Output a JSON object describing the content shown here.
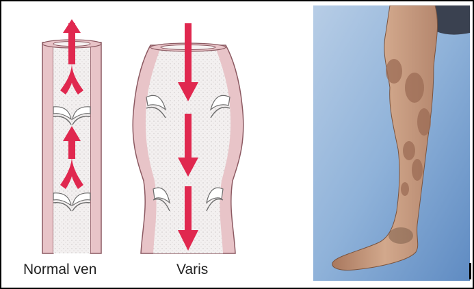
{
  "figure": {
    "labels": {
      "normal": "Normal ven",
      "varicose": "Varis"
    },
    "photo": {
      "subject": "leg-with-varicose-veins"
    },
    "colors": {
      "vein_wall": "#e8c4c8",
      "vein_wall_outline": "#8c5a62",
      "lumen": "#f4f4f4",
      "arrow": "#e0284f",
      "valve": "#ffffff",
      "background_photo": "#8bb0d8",
      "skin": "#c79a7d"
    }
  }
}
